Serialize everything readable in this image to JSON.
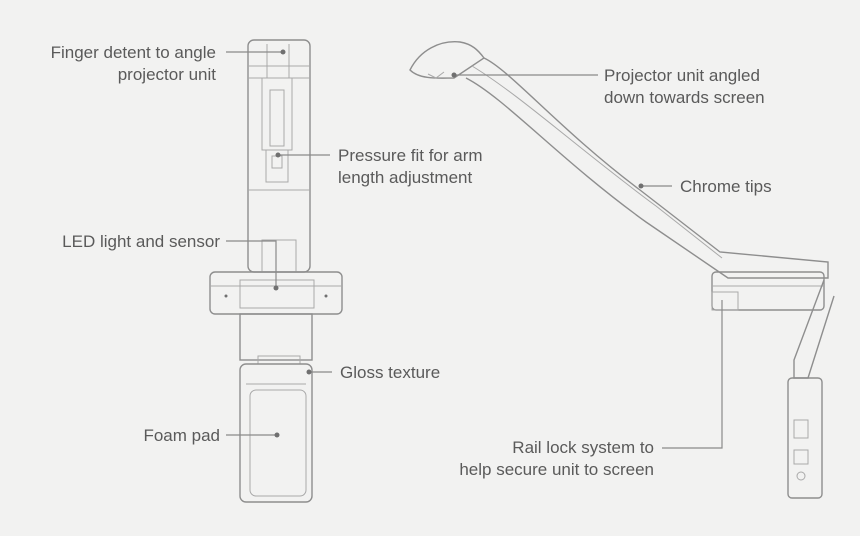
{
  "callouts": {
    "finger_detent": [
      "Finger detent to angle",
      "projector unit"
    ],
    "pressure_fit": [
      "Pressure fit for arm",
      "length adjustment"
    ],
    "led": [
      "LED light and sensor"
    ],
    "gloss": [
      "Gloss texture"
    ],
    "foam": [
      "Foam pad"
    ],
    "projector_angled": [
      "Projector unit angled",
      "down towards screen"
    ],
    "chrome_tips": [
      "Chrome tips"
    ],
    "rail_lock": [
      "Rail lock system to",
      "help secure unit to screen"
    ]
  },
  "colors": {
    "background": "#f2f2f1",
    "line": "#8e8e8e",
    "text": "#5a5a5a"
  }
}
